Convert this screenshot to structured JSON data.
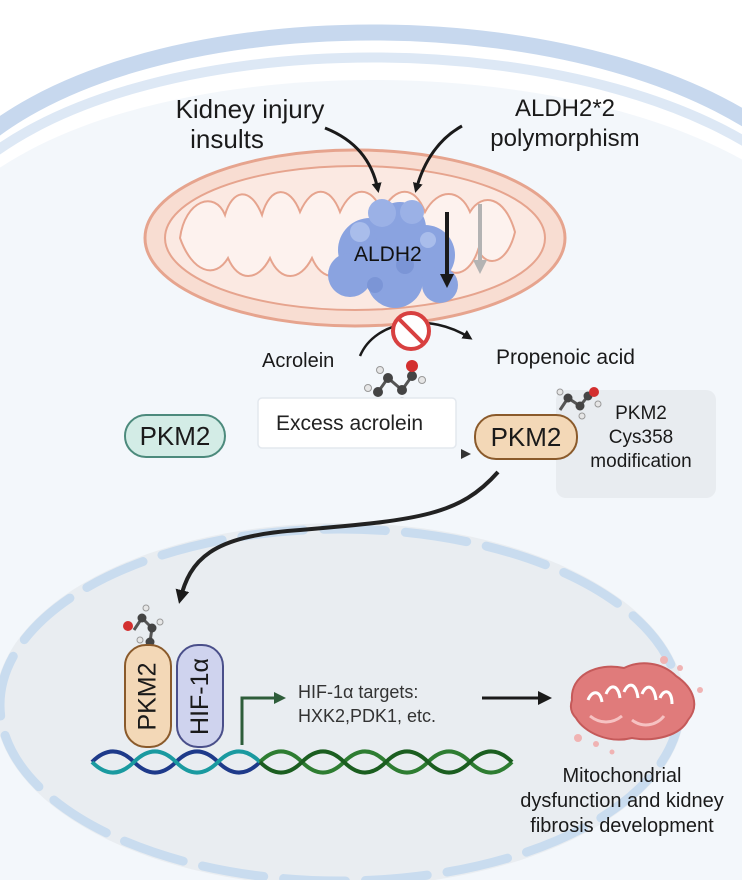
{
  "labels": {
    "kidney_injury_line1": "Kidney injury",
    "kidney_injury_line2": "insults",
    "aldh2_variant_line1": "ALDH2*2",
    "aldh2_variant_line2": "polymorphism",
    "aldh2": "ALDH2",
    "acrolein": "Acrolein",
    "propenoic_acid": "Propenoic acid",
    "excess_acrolein": "Excess acrolein",
    "pkm2_free": "PKM2",
    "pkm2_modified": "PKM2",
    "modification_line1": "PKM2",
    "modification_line2": "Cys358",
    "modification_line3": "modification",
    "pkm2_nuclear": "PKM2",
    "hif1a": "HIF-1α",
    "targets_line1": "HIF-1α targets:",
    "targets_line2": "HXK2,PDK1, etc.",
    "outcome_line1": "Mitochondrial",
    "outcome_line2": "dysfunction and kidney",
    "outcome_line3": "fibrosis development"
  },
  "colors": {
    "cell_membrane": "#b9cde8",
    "cytoplasm": "#f3f7fb",
    "mitochondrion_outer": "#f8ddd2",
    "mitochondrion_stroke": "#e6a48e",
    "aldh2_protein": "#8aa3e0",
    "inhibit_symbol": "#d84040",
    "pkm2_free_fill": "#d3ece6",
    "pkm2_free_stroke": "#4c8a7c",
    "pkm2_modified_fill": "#f3d8b7",
    "pkm2_modified_stroke": "#8a5a2b",
    "hif1a_fill": "#cfd3ee",
    "hif1a_stroke": "#4a4f8a",
    "nucleus": "#e9edf1",
    "dna_blue": "#1e3a8a",
    "dna_teal": "#1a9aa0",
    "dna_green": "#2e7d32",
    "damaged_mitochondrion": "#e07b7b"
  }
}
